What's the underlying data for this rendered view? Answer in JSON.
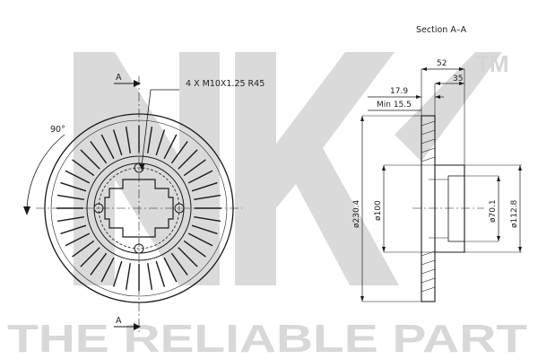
{
  "watermark": {
    "logo_text": "NK",
    "trademark": "TM",
    "tagline": "THE RELIABLE PART",
    "color": "#d9d9d9"
  },
  "front_view": {
    "section_marker_top": "A",
    "section_marker_bottom": "A",
    "angle_label": "90°",
    "thread_callout": "4 X M10X1.25 R45"
  },
  "section_view": {
    "title": "Section A–A",
    "dim_overall_width": "52",
    "dim_hat_width": "35",
    "dim_disc_thickness": "17.9",
    "dim_min_thickness": "Min 15.5",
    "dia_outer": "ø230.4",
    "dia_inner": "ø100",
    "dia_center": "ø70.1",
    "dia_hat": "ø112.8"
  },
  "colors": {
    "line": "#1a1a1a",
    "watermark": "#d9d9d9"
  }
}
